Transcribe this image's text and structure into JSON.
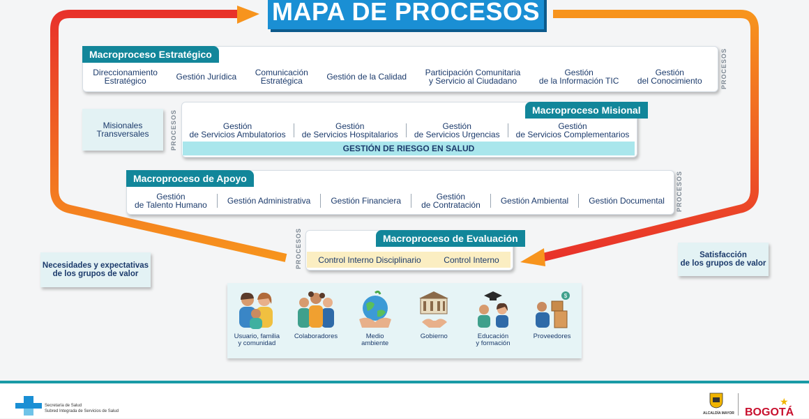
{
  "title": "MAPA DE PROCESOS",
  "estrategico": {
    "tab": "Macroproceso Estratégico",
    "side_label": "PROCESOS",
    "items": [
      "Direccionamiento\nEstratégico",
      "Gestión Jurídica",
      "Comunicación\nEstratégica",
      "Gestión de la Calidad",
      "Participación Comunitaria\ny Servicio al Ciudadano",
      "Gestión\nde la Información TIC",
      "Gestión\ndel Conocimiento"
    ]
  },
  "misional": {
    "tab": "Macroproceso Misional",
    "side_label": "PROCESOS",
    "transversal": "Misionales\nTransversales",
    "items": [
      "Gestión\nde Servicios Ambulatorios",
      "Gestión\nde Servicios Hospitalarios",
      "Gestión\nde Servicios Urgencias",
      "Gestión\nde Servicios Complementarios"
    ],
    "risk_bar": "GESTIÓN DE RIESGO EN SALUD"
  },
  "apoyo": {
    "tab": "Macroproceso de Apoyo",
    "side_label": "PROCESOS",
    "items": [
      "Gestión\nde Talento Humano",
      "Gestión Administrativa",
      "Gestión Financiera",
      "Gestión\nde Contratación",
      "Gestión Ambiental",
      "Gestión Documental"
    ]
  },
  "evaluacion": {
    "tab": "Macroproceso  de Evaluación",
    "side_label": "PROCESOS",
    "items": [
      "Control Interno Disciplinario",
      "Control Interno"
    ]
  },
  "necesidades": "Necesidades y expectativas\nde los grupos de valor",
  "satisfaccion": "Satisfacción\nde los grupos de valor",
  "stakeholders": [
    {
      "label": "Usuario, familia\ny comunidad",
      "icon": "family-icon"
    },
    {
      "label": "Colaboradores",
      "icon": "team-icon"
    },
    {
      "label": "Medio\nambiente",
      "icon": "earth-icon"
    },
    {
      "label": "Gobierno",
      "icon": "government-icon"
    },
    {
      "label": "Educación\ny formación",
      "icon": "graduation-icon"
    },
    {
      "label": "Proveedores",
      "icon": "supplier-icon"
    }
  ],
  "footer": {
    "secretaria": "Secretaría de Salud",
    "subred": "Subred Integrada de Servicios de Salud",
    "alcaldia": "ALCALDÍA MAYOR",
    "bogota": "BOGOTÁ"
  },
  "colors": {
    "accent_blue": "#1a8fd4",
    "teal": "#12869a",
    "arrow_red": "#e8322a",
    "arrow_orange": "#f7941d"
  }
}
